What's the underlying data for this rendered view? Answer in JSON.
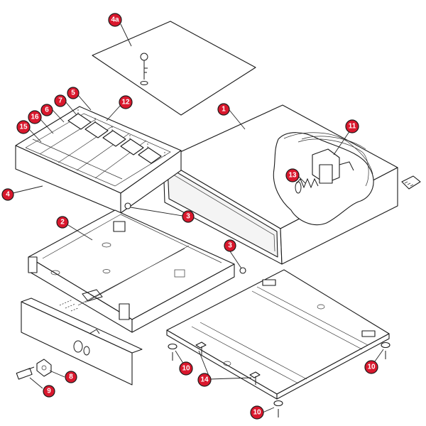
{
  "callout_color": "#d9182d",
  "callouts": {
    "c4a": "4a",
    "c1": "1",
    "c11": "11",
    "c13": "13",
    "c5": "5",
    "c12": "12",
    "c7": "7",
    "c6": "6",
    "c16": "16",
    "c15": "15",
    "c4": "4",
    "c2": "2",
    "c3a": "3",
    "c3b": "3",
    "c8": "8",
    "c9": "9",
    "c10a": "10",
    "c10b": "10",
    "c10c": "10",
    "c14": "14"
  }
}
